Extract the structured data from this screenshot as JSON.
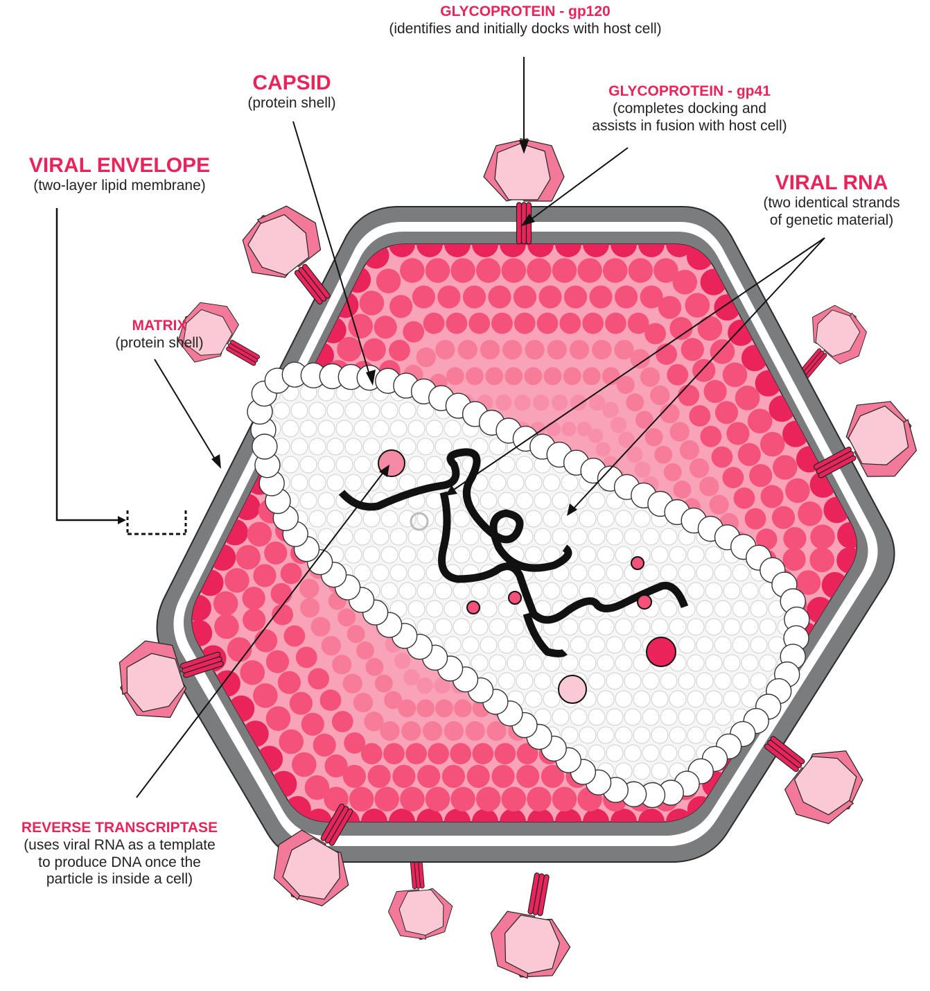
{
  "colors": {
    "accent": "#e8245a",
    "matrix_dark": "#e8245a",
    "matrix_mid": "#f4527a",
    "matrix_light": "#f9a3b8",
    "envelope": "#7b7c7e",
    "glycoprotein_fill": "#fbc8d6",
    "glycoprotein_edge": "#f27a98",
    "rna": "#111111",
    "capsid": "#ffffff"
  },
  "labels": {
    "gp120": {
      "title": "GLYCOPROTEIN - gp120",
      "description": "(identifies and initially docks with host cell)"
    },
    "capsid": {
      "title": "CAPSID",
      "description": "(protein shell)"
    },
    "gp41": {
      "title": "GLYCOPROTEIN - gp41",
      "description_line1": "(completes docking and",
      "description_line2": "assists in fusion with host cell)"
    },
    "viral_envelope": {
      "title": "VIRAL ENVELOPE",
      "description": "(two-layer lipid membrane)"
    },
    "viral_rna": {
      "title": "VIRAL RNA",
      "description_line1": "(two identical strands",
      "description_line2": "of genetic material)"
    },
    "matrix": {
      "title": "MATRIX",
      "description": "(protein shell)"
    },
    "reverse_transcriptase": {
      "title": "REVERSE TRANSCRIPTASE",
      "description_line1": "(uses viral RNA as a template",
      "description_line2": "to produce DNA once the",
      "description_line3": "particle is inside a cell)"
    }
  }
}
